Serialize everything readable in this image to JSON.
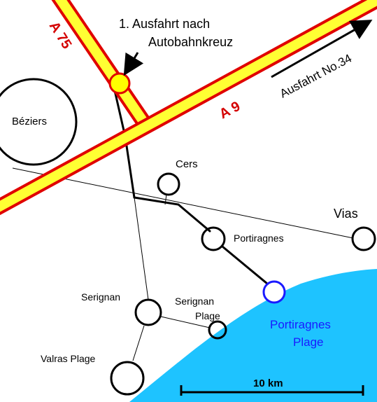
{
  "map": {
    "colors": {
      "motorway_fill": "#ffff33",
      "motorway_edge": "#e00000",
      "road_label": "#d40000",
      "sea": "#1ec3ff",
      "destination": "#1a1aff",
      "town_circle": "#000000"
    },
    "motorways": {
      "a75": "A 75",
      "a9": "A 9"
    },
    "annotations": {
      "exit_line1": "1. Ausfahrt nach",
      "exit_line2": "Autobahnkreuz",
      "exit_arrow_label": "Ausfahrt No.34"
    },
    "towns": {
      "beziers": "Béziers",
      "cers": "Cers",
      "vias": "Vias",
      "portiragnes": "Portiragnes",
      "serignan": "Serignan",
      "serignan_plage_1": "Serignan",
      "serignan_plage_2": "Plage",
      "valras_plage": "Valras Plage",
      "portiragnes_plage_1": "Portiragnes",
      "portiragnes_plage_2": "Plage"
    },
    "scale": {
      "label": "10 km"
    }
  }
}
